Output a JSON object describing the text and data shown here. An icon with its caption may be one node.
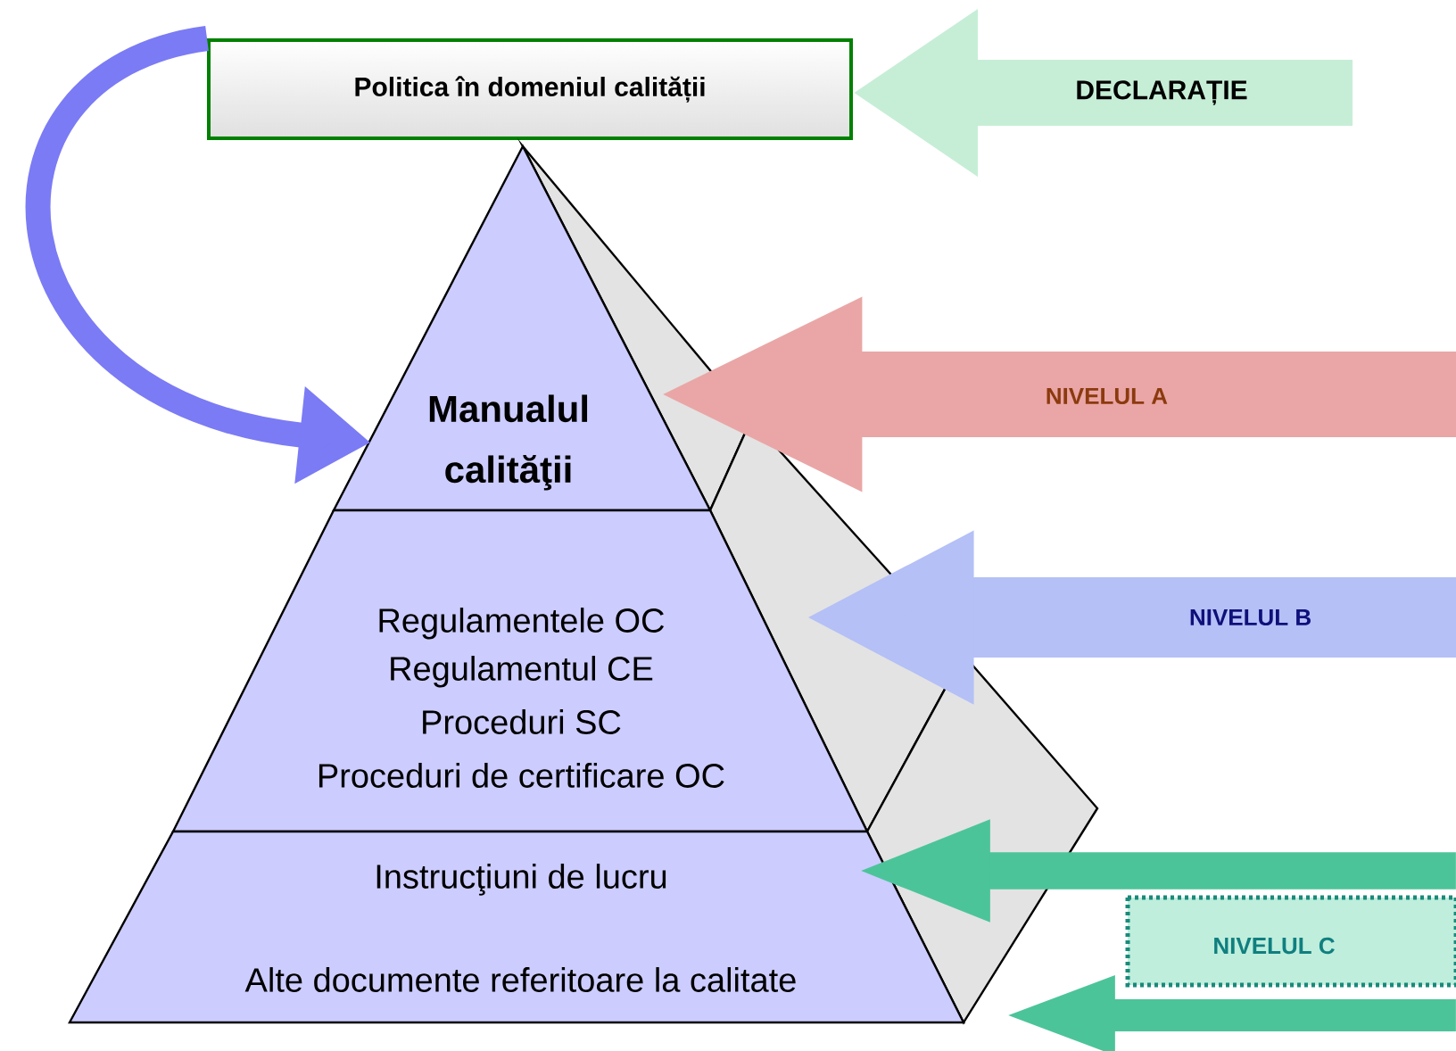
{
  "diagram": {
    "nodes": [
      {
        "text": [
          "Politica în domeniul calității"
        ]
      },
      {
        "text": [
          "Manualul calităţii"
        ]
      },
      {
        "text": [
          "Regulamentele OC",
          "Regulamentul CE",
          "Proceduri SC",
          "Proceduri de certificare OC"
        ]
      },
      {
        "text": [
          "Instrucţiuni de lucru",
          "Alte documente referitoare la calitate"
        ]
      },
      {
        "text": [
          "NIVELUL C"
        ]
      }
    ],
    "edges": [
      {
        "from": 0,
        "to": 1,
        "arrow": "to",
        "color": "#7b7bf5"
      },
      {
        "from": null,
        "to": 0,
        "arrow": "to",
        "label": "DECLARAȚIE",
        "color": "#c6eed6"
      },
      {
        "from": null,
        "to": 1,
        "arrow": "to",
        "label": "NIVELUL  A",
        "style": "thick",
        "color": "#eaa6a6"
      },
      {
        "from": null,
        "to": 2,
        "arrow": "to",
        "label": "NIVELUL B",
        "style": "thick",
        "color": "#b4c0f6"
      },
      {
        "from": null,
        "to": 3,
        "arrow": "to",
        "color": "#4cc49a"
      },
      {
        "from": null,
        "to": 3,
        "arrow": "to",
        "color": "#4cc49a"
      }
    ]
  }
}
